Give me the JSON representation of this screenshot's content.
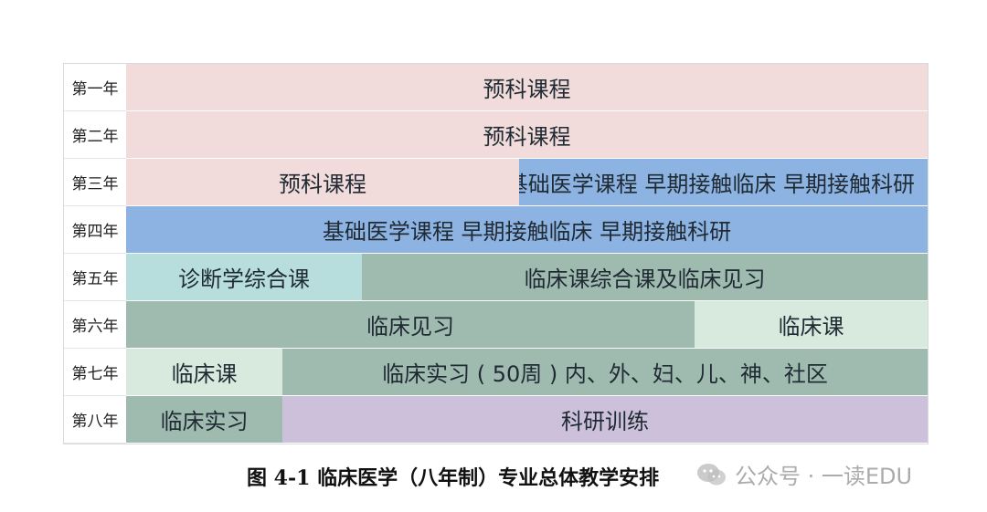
{
  "schedule": {
    "rows": [
      {
        "label": "第一年",
        "segments": [
          {
            "text": "预科课程",
            "span": 1.0,
            "color": "#f2dcdb"
          }
        ]
      },
      {
        "label": "第二年",
        "segments": [
          {
            "text": "预科课程",
            "span": 1.0,
            "color": "#f2dcdb"
          }
        ]
      },
      {
        "label": "第三年",
        "segments": [
          {
            "text": "预科课程",
            "span": 0.49,
            "color": "#f2dcdb"
          },
          {
            "text": "基础医学课程 早期接触临床 早期接触科研",
            "span": 0.51,
            "color": "#8db3e2",
            "align": "right"
          }
        ]
      },
      {
        "label": "第四年",
        "segments": [
          {
            "text": "基础医学课程 早期接触临床 早期接触科研",
            "span": 1.0,
            "color": "#8db3e2"
          }
        ]
      },
      {
        "label": "第五年",
        "segments": [
          {
            "text": "诊断学综合课",
            "span": 0.294,
            "color": "#b7dedd"
          },
          {
            "text": "临床课综合课及临床见习",
            "span": 0.706,
            "color": "#9fbbb0"
          }
        ]
      },
      {
        "label": "第六年",
        "segments": [
          {
            "text": "临床见习",
            "span": 0.709,
            "color": "#9fbbb0"
          },
          {
            "text": "临床课",
            "span": 0.291,
            "color": "#d8e9de"
          }
        ]
      },
      {
        "label": "第七年",
        "segments": [
          {
            "text": "临床课",
            "span": 0.195,
            "color": "#d8e9de"
          },
          {
            "text": "临床实习 ( 50周 ) 内、外、妇、儿、神、社区",
            "span": 0.805,
            "color": "#9fbbb0"
          }
        ]
      },
      {
        "label": "第八年",
        "segments": [
          {
            "text": "临床实习",
            "span": 0.195,
            "color": "#9fbbb0"
          },
          {
            "text": "科研训练",
            "span": 0.805,
            "color": "#ccc0da"
          }
        ]
      }
    ]
  },
  "caption": "图 4-1 临床医学（八年制）专业总体教学安排",
  "watermark": {
    "text": "公众号 · 一读EDU",
    "icon": "wechat-icon"
  }
}
